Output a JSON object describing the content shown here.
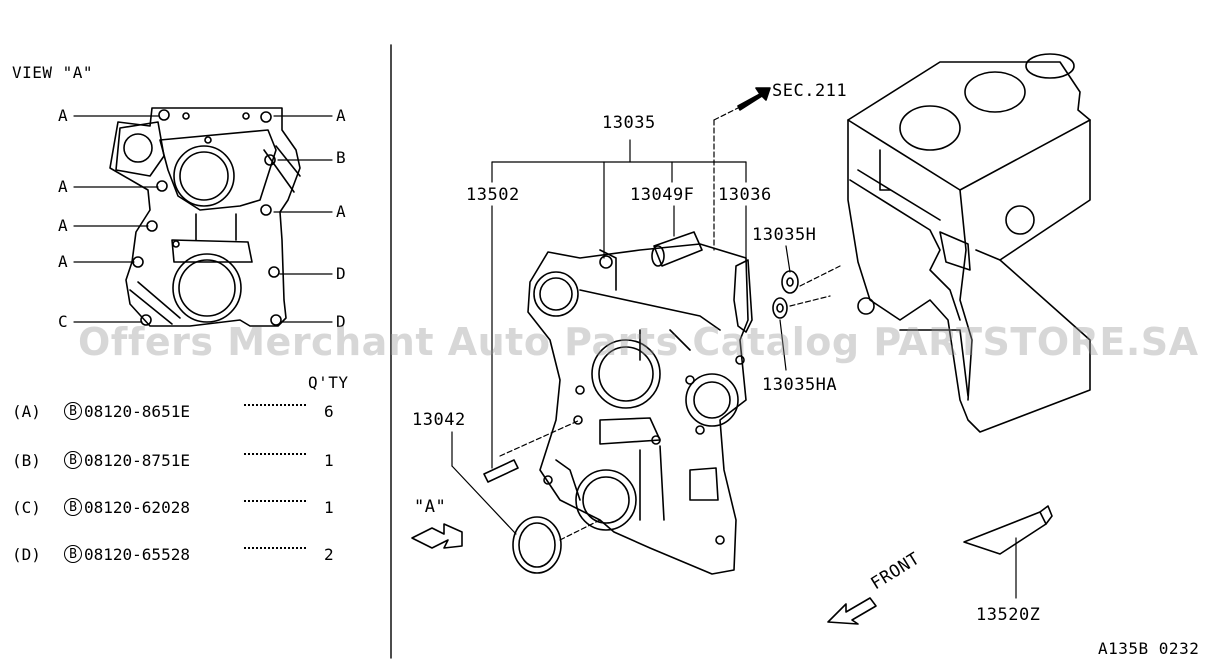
{
  "view_title": "VIEW \"A\"",
  "view_labels": {
    "left": [
      "A",
      "A",
      "A",
      "A",
      "C"
    ],
    "right": [
      "A",
      "B",
      "A",
      "D",
      "D"
    ]
  },
  "qty_header": "Q'TY",
  "bolts": [
    {
      "key": "(A)",
      "part": "08120-8651E",
      "qty": "6"
    },
    {
      "key": "(B)",
      "part": "08120-8751E",
      "qty": "1"
    },
    {
      "key": "(C)",
      "part": "08120-62028",
      "qty": "1"
    },
    {
      "key": "(D)",
      "part": "08120-65528",
      "qty": "2"
    }
  ],
  "bolt_prefix_icon": "B",
  "callouts": {
    "sec": "SEC.211",
    "p13035": "13035",
    "p13502": "13502",
    "p13049F": "13049F",
    "p13036": "13036",
    "p13035H": "13035H",
    "p13035HA": "13035HA",
    "p13042": "13042",
    "view_a": "\"A\"",
    "front": "FRONT",
    "p13520Z": "13520Z"
  },
  "diagram_code": "A135B 0232",
  "watermark": "Offers Merchant Auto Parts Catalog PARTSTORE.SA"
}
